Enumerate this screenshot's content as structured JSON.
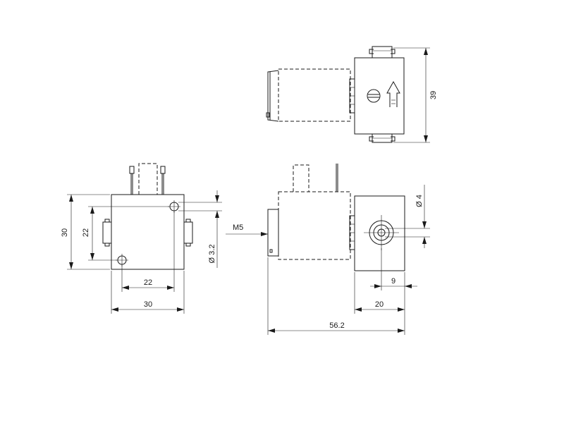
{
  "dimensions": {
    "top_height": "39",
    "front_height": "30",
    "front_inner_height": "22",
    "front_hole_span": "22",
    "front_width": "30",
    "front_hole_dia": "Ø 3.2",
    "port_thread": "M5",
    "side_port_dia": "Ø 4",
    "side_port_offset": "9",
    "side_body_width": "20",
    "overall_length": "56.2"
  },
  "colors": {
    "line": "#1a1a1a",
    "background": "#ffffff"
  }
}
